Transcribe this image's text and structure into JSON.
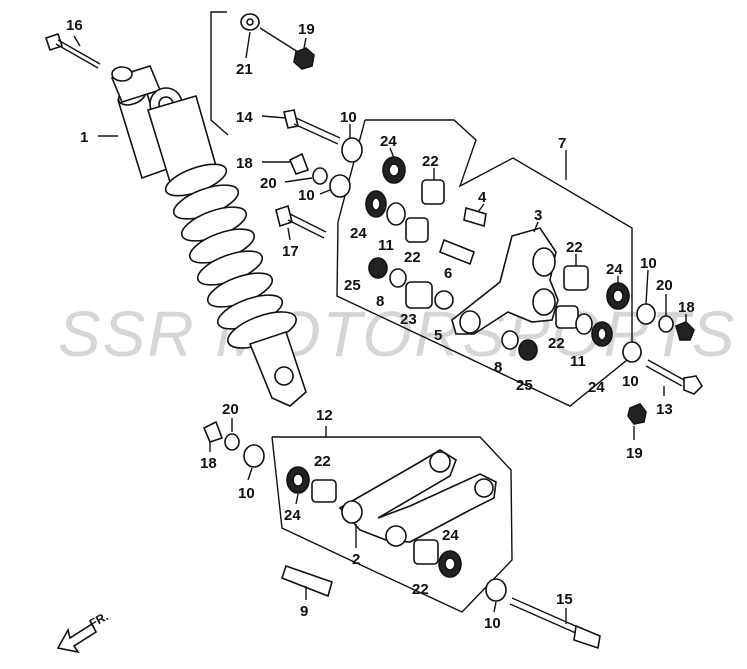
{
  "watermark": "SSR MOTORSPORTS",
  "direction_label": "FR.",
  "parts": {
    "p1": "1",
    "p2": "2",
    "p3": "3",
    "p4": "4",
    "p5": "5",
    "p6": "6",
    "p7": "7",
    "p8a": "8",
    "p8b": "8",
    "p9": "9",
    "p10a": "10",
    "p10b": "10",
    "p10c": "10",
    "p10d": "10",
    "p10e": "10",
    "p10f": "10",
    "p11a": "11",
    "p11b": "11",
    "p12": "12",
    "p13": "13",
    "p14": "14",
    "p15": "15",
    "p16": "16",
    "p17": "17",
    "p18a": "18",
    "p18b": "18",
    "p18c": "18",
    "p19a": "19",
    "p19b": "19",
    "p20a": "20",
    "p20b": "20",
    "p20c": "20",
    "p21": "21",
    "p22a": "22",
    "p22b": "22",
    "p22c": "22",
    "p22d": "22",
    "p22e": "22",
    "p23": "23",
    "p24a": "24",
    "p24b": "24",
    "p24c": "24",
    "p24d": "24",
    "p24e": "24",
    "p24f": "24",
    "p25a": "25",
    "p25b": "25"
  }
}
